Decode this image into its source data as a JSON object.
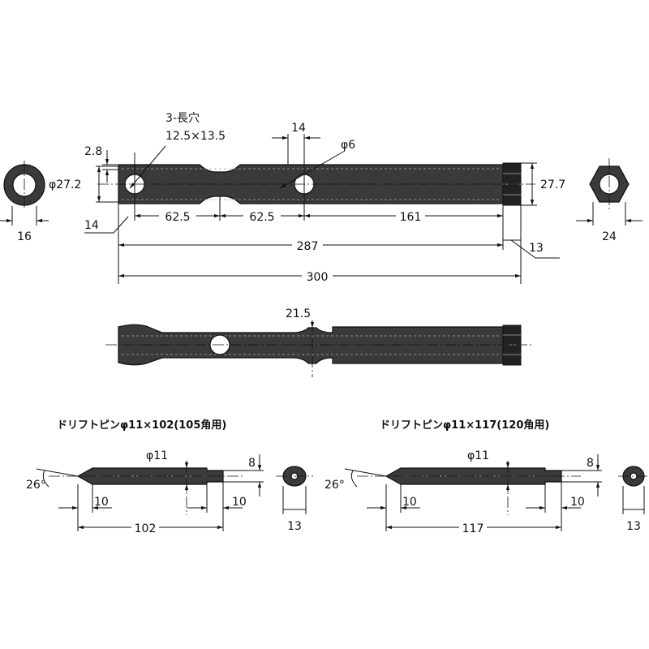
{
  "bar": {
    "slot_note_line1": "3-長穴",
    "slot_note_line2": "12.5×13.5",
    "dim_14_top": "14",
    "dim_phi6": "φ6",
    "dim_2_8": "2.8",
    "dim_phi27_2": "φ27.2",
    "dim_27_7": "27.7",
    "dim_14_left": "14",
    "dim_62_5_a": "62.5",
    "dim_62_5_b": "62.5",
    "dim_161": "161",
    "dim_287": "287",
    "dim_13": "13",
    "dim_300": "300",
    "dim_16": "16",
    "dim_24": "24",
    "dim_21_5": "21.5"
  },
  "pins": [
    {
      "title": "ドリフトピンφ11×102(105角用)",
      "angle": "26°",
      "diameter": "φ11",
      "tip": "8",
      "tip_len_left": "10",
      "tip_len_right": "10",
      "length": "102",
      "end_size": "13"
    },
    {
      "title": "ドリフトピンφ11×117(120角用)",
      "angle": "26°",
      "diameter": "φ11",
      "tip": "8",
      "tip_len_left": "10",
      "tip_len_right": "10",
      "length": "117",
      "end_size": "13"
    }
  ]
}
